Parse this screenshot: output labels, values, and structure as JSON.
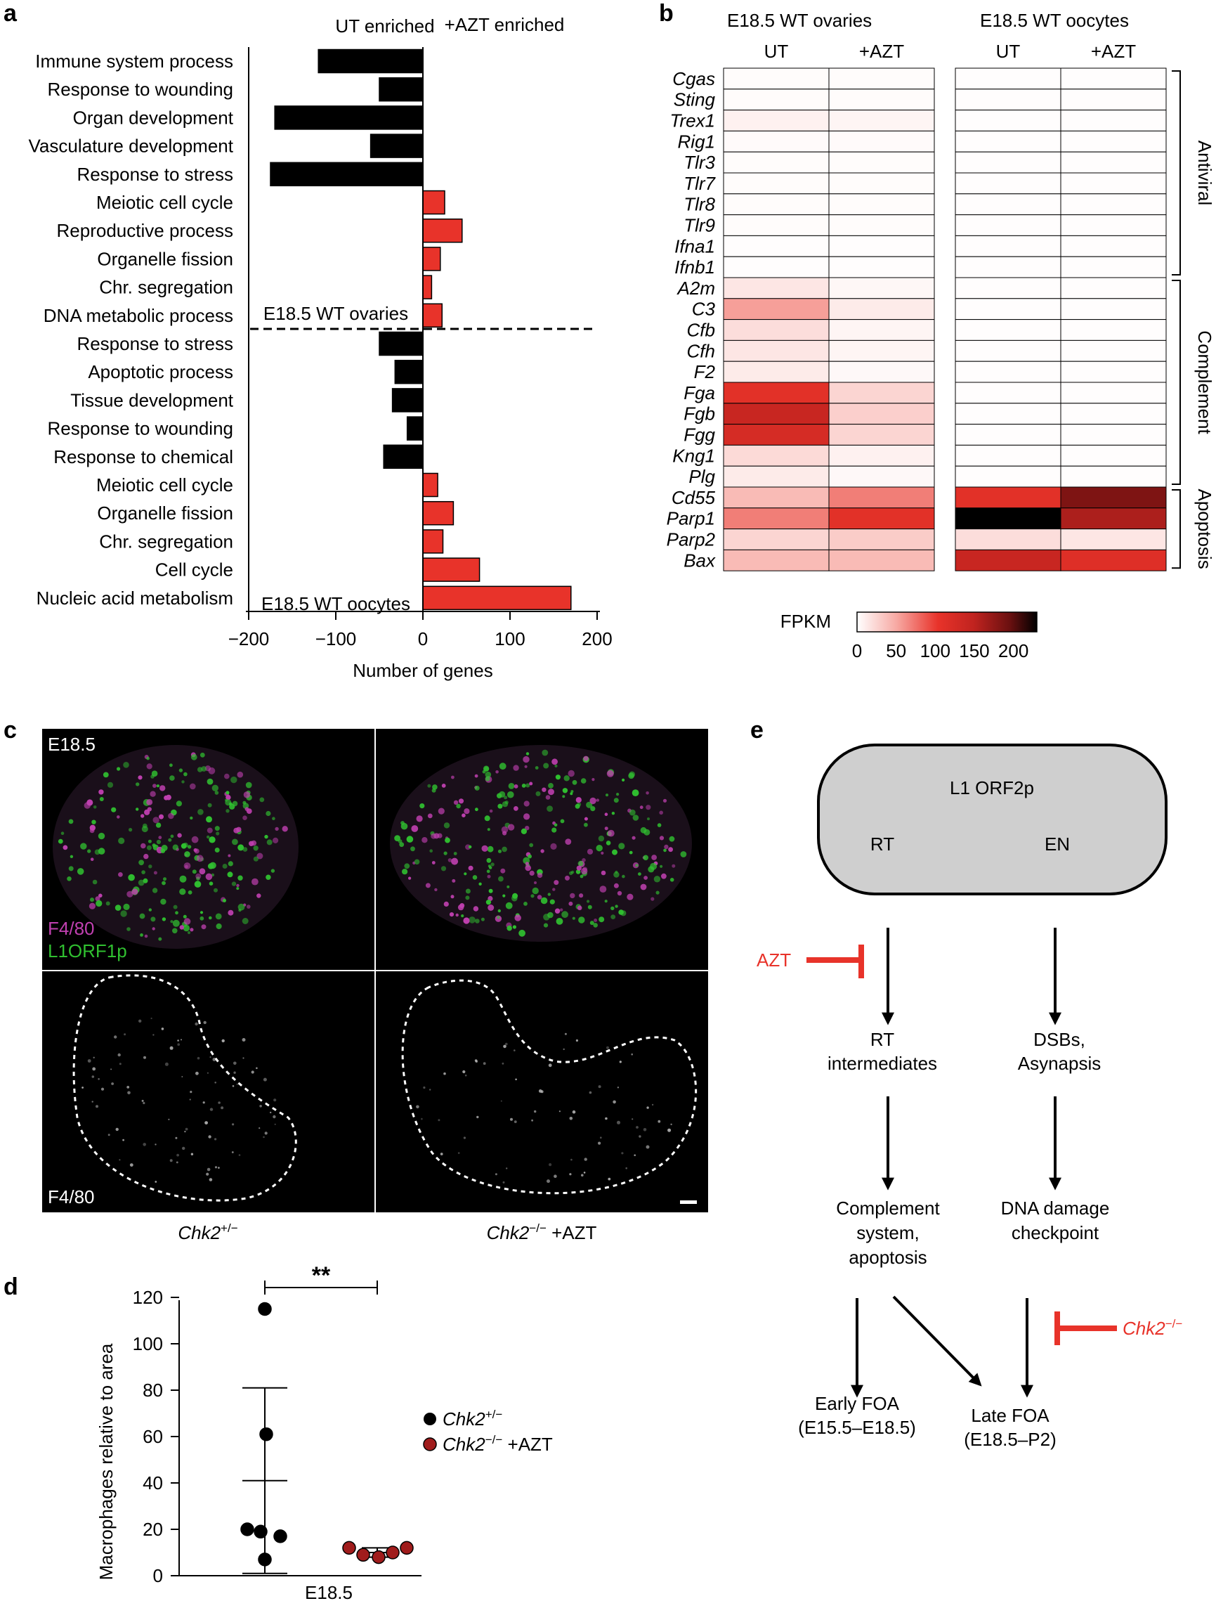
{
  "panels": {
    "a": "a",
    "b": "b",
    "c": "c",
    "d": "d",
    "e": "e"
  },
  "colors": {
    "red_bar": "#e8332a",
    "black_bar": "#000000",
    "inhibitor_red": "#e8332a",
    "node_fill": "#cfcfcf",
    "magenta": "#c040b0",
    "green": "#30c030",
    "dot_red": "#a01c1c"
  },
  "chart_data": [
    {
      "id": "a",
      "type": "bar",
      "orientation": "horizontal",
      "header_left": "UT enriched",
      "header_right": "+AZT enriched",
      "xlabel": "Number of genes",
      "xlim": [
        -200,
        200
      ],
      "xticks": [
        "−200",
        "−100",
        "0",
        "100",
        "200"
      ],
      "xtick_values": [
        -200,
        -100,
        0,
        100,
        200
      ],
      "groups": [
        {
          "label": "E18.5 WT ovaries",
          "categories": [
            "Immune system process",
            "Response to wounding",
            "Organ development",
            "Vasculature development",
            "Response to stress",
            "Meiotic cell cycle",
            "Reproductive process",
            "Organelle fission",
            "Chr. segregation",
            "DNA metabolic process"
          ],
          "values": [
            -120,
            -50,
            -170,
            -60,
            -175,
            25,
            45,
            20,
            10,
            22
          ]
        },
        {
          "label": "E18.5 WT oocytes",
          "categories": [
            "Response to stress",
            "Apoptotic process",
            "Tissue development",
            "Response to wounding",
            "Response to chemical",
            "Meiotic cell cycle",
            "Organelle fission",
            "Chr. segregation",
            "Cell cycle",
            "Nucleic acid metabolism"
          ],
          "values": [
            -50,
            -32,
            -35,
            -18,
            -45,
            17,
            35,
            23,
            65,
            170
          ]
        }
      ]
    },
    {
      "id": "b",
      "type": "heatmap",
      "group_titles": [
        "E18.5 WT ovaries",
        "E18.5 WT oocytes"
      ],
      "columns": [
        "UT",
        "+AZT",
        "UT",
        "+AZT"
      ],
      "rows": [
        "Cgas",
        "Sting",
        "Trex1",
        "Rig1",
        "Tlr3",
        "Tlr7",
        "Tlr8",
        "Tlr9",
        "Ifna1",
        "Ifnb1",
        "A2m",
        "C3",
        "Cfb",
        "Cfh",
        "F2",
        "Fga",
        "Fgb",
        "Fgg",
        "Kng1",
        "Plg",
        "Cd55",
        "Parp1",
        "Parp2",
        "Bax"
      ],
      "values": [
        [
          2,
          2,
          1,
          1
        ],
        [
          2,
          2,
          1,
          1
        ],
        [
          8,
          6,
          1,
          1
        ],
        [
          3,
          3,
          1,
          1
        ],
        [
          2,
          2,
          1,
          1
        ],
        [
          2,
          2,
          1,
          1
        ],
        [
          2,
          2,
          1,
          1
        ],
        [
          2,
          2,
          1,
          1
        ],
        [
          1,
          1,
          1,
          1
        ],
        [
          1,
          1,
          1,
          1
        ],
        [
          15,
          5,
          1,
          1
        ],
        [
          55,
          12,
          1,
          1
        ],
        [
          20,
          6,
          1,
          1
        ],
        [
          15,
          6,
          1,
          1
        ],
        [
          12,
          4,
          1,
          1
        ],
        [
          110,
          25,
          1,
          1
        ],
        [
          140,
          28,
          1,
          1
        ],
        [
          125,
          25,
          1,
          1
        ],
        [
          22,
          8,
          1,
          1
        ],
        [
          12,
          4,
          1,
          1
        ],
        [
          40,
          70,
          110,
          185
        ],
        [
          70,
          110,
          230,
          160
        ],
        [
          25,
          30,
          20,
          15
        ],
        [
          40,
          40,
          140,
          115
        ]
      ],
      "categories": [
        {
          "name": "Antiviral",
          "rows": [
            0,
            9
          ]
        },
        {
          "name": "Complement",
          "rows": [
            10,
            19
          ]
        },
        {
          "name": "Apoptosis",
          "rows": [
            20,
            23
          ]
        }
      ],
      "colorbar_label": "FPKM",
      "colorbar_ticks": [
        "0",
        "50",
        "100",
        "150",
        "200"
      ],
      "colorbar_tick_values": [
        0,
        50,
        100,
        150,
        200
      ],
      "vmax": 230
    },
    {
      "id": "d",
      "type": "scatter",
      "ylabel": "Macrophages relative to area",
      "xlabel": "E18.5",
      "ylim": [
        0,
        120
      ],
      "yticks": [
        "0",
        "20",
        "40",
        "60",
        "80",
        "100",
        "120"
      ],
      "ytick_values": [
        0,
        20,
        40,
        60,
        80,
        100,
        120
      ],
      "significance": "**",
      "series": [
        {
          "name": "Chk2",
          "sup": "+/−",
          "suffix": "",
          "values": [
            115,
            61,
            20,
            19,
            17,
            7
          ],
          "mean": 41,
          "sd_upper": 81,
          "sd_lower": 1,
          "color": "#000000"
        },
        {
          "name": "Chk2",
          "sup": "−/−",
          "suffix": " +AZT",
          "values": [
            12,
            12,
            10,
            9,
            8
          ],
          "mean": 10,
          "sd_upper": 12,
          "sd_lower": 8,
          "color": "#a01c1c"
        }
      ]
    }
  ],
  "panel_c": {
    "stage_label": "E18.5",
    "marker_magenta": "F4/80",
    "marker_green": "L1ORF1p",
    "bottom_label": "F4/80",
    "caption_left_gene": "Chk2",
    "caption_left_sup": "+/−",
    "caption_right_gene": "Chk2",
    "caption_right_sup": "−/−",
    "caption_right_suffix": " +AZT"
  },
  "panel_e": {
    "node_title": "L1 ORF2p",
    "node_rt": "RT",
    "node_en": "EN",
    "azt": "AZT",
    "rt_intermediates": [
      "RT",
      "intermediates"
    ],
    "dsbs": [
      "DSBs,",
      "Asynapsis"
    ],
    "complement": [
      "Complement",
      "system,",
      "apoptosis"
    ],
    "checkpoint": [
      "DNA damage",
      "checkpoint"
    ],
    "early_foa": [
      "Early FOA",
      "(E15.5–E18.5)"
    ],
    "late_foa": [
      "Late FOA",
      "(E18.5–P2)"
    ],
    "chk2_gene": "Chk2",
    "chk2_sup": "−/−"
  }
}
